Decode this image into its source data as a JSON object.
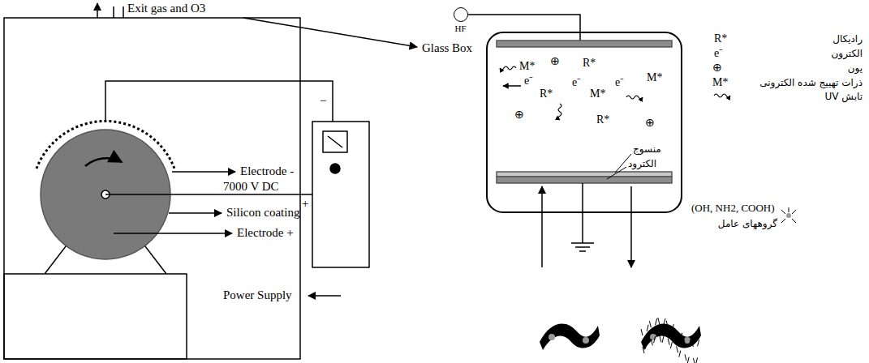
{
  "diagram": {
    "nodes": [
      {
        "text": [
          "HF"
        ]
      }
    ],
    "labels": [
      "Exit gas and O3",
      "Glass Box",
      "Electrode -",
      "7000 V DC",
      "+",
      "−",
      "Silicon coating",
      "Electrode +",
      "Power Supply",
      "M*",
      "⊕",
      "R*",
      "e⁻",
      "R*",
      "e⁻",
      "M*",
      "e⁻",
      "M*",
      "⊕",
      "R*",
      "⊕",
      "R*",
      "e⁻",
      "⊕",
      "M*",
      "منسوج",
      "الکترود",
      "(OH, NH2, COOH)",
      "گروههای عامل"
    ],
    "legend": [
      {
        "text": "رادیکال"
      },
      {
        "text": "الکترون"
      },
      {
        "text": "یون"
      },
      {
        "text": "ذرات تهییج شده الکترونی"
      },
      {
        "text": "تابش UV"
      }
    ]
  }
}
